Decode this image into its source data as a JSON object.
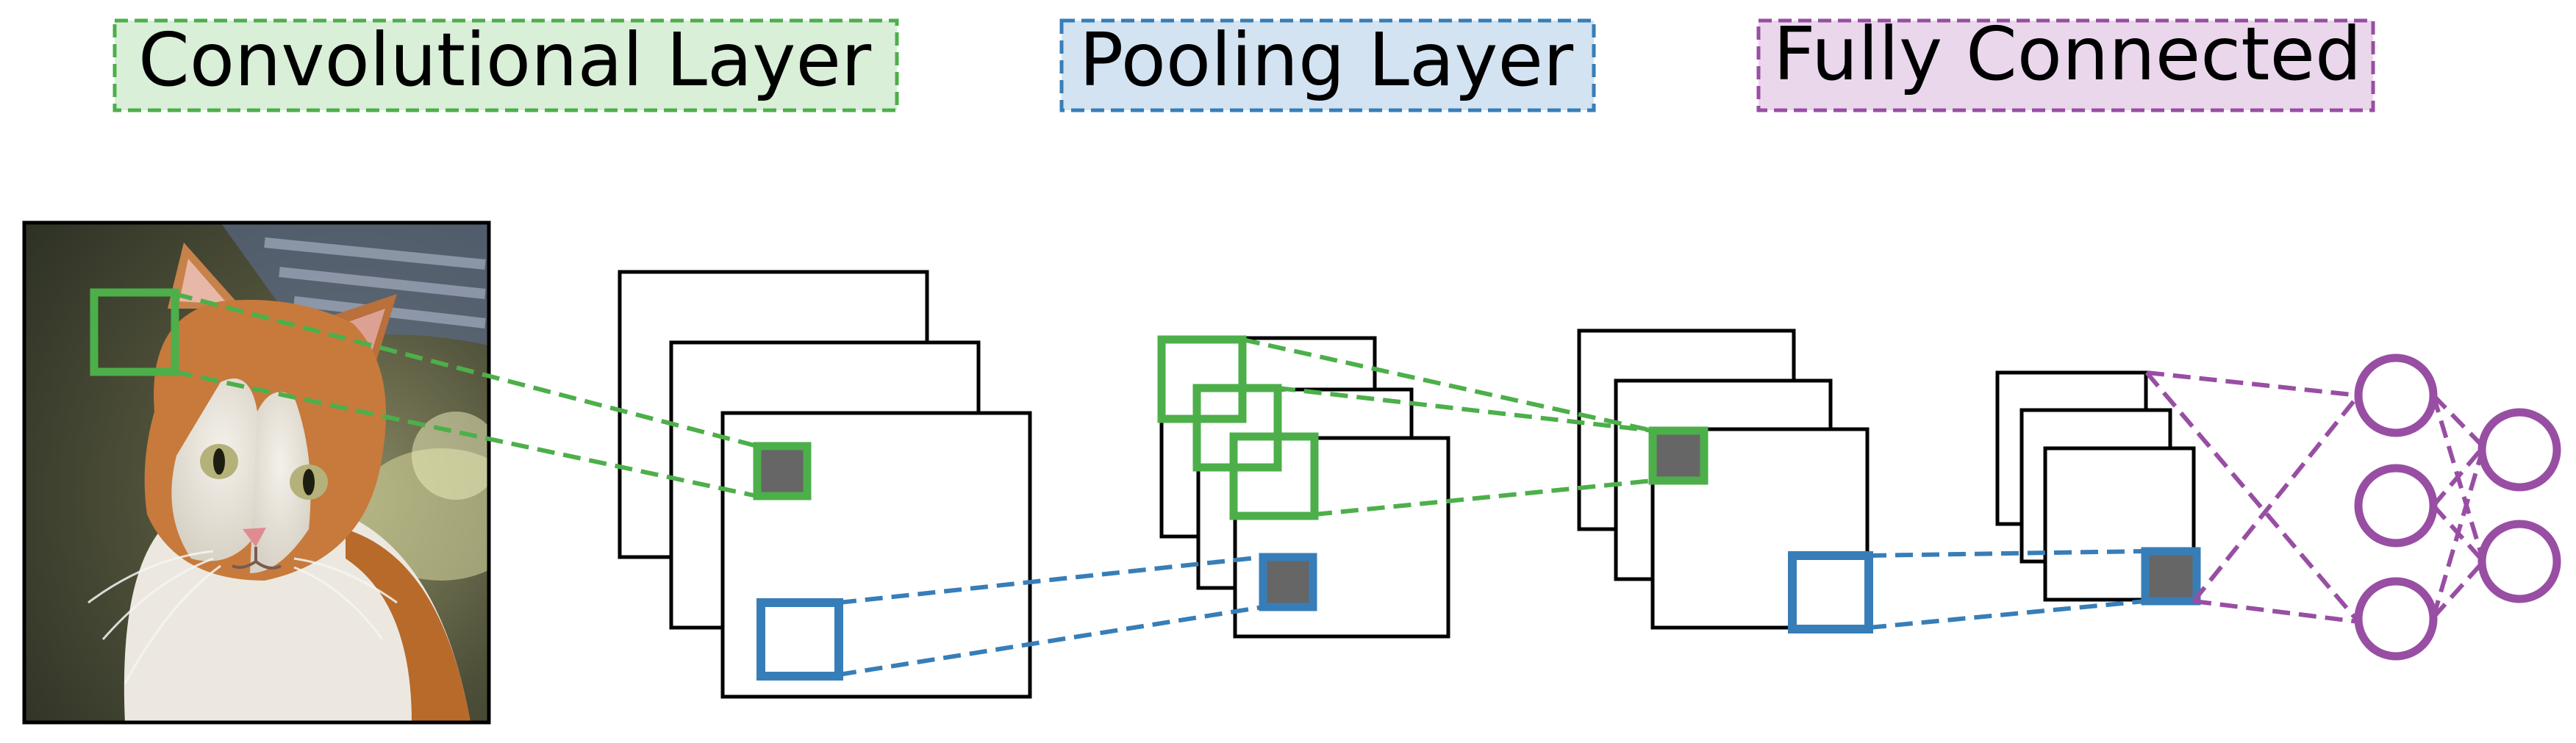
{
  "legend": [
    {
      "key": "conv",
      "label": "Convolutional Layer",
      "color": "#4daf4a",
      "fill": "#d9efd8"
    },
    {
      "key": "pool",
      "label": "Pooling Layer",
      "color": "#377eb8",
      "fill": "#d3e3f1"
    },
    {
      "key": "fc",
      "label": "Fully Connected",
      "color": "#984ea3",
      "fill": "#ead7ec"
    }
  ],
  "colors": {
    "conv": "#4daf4a",
    "pool": "#377eb8",
    "fc": "#984ea3",
    "neuron_fill": "#666666",
    "map_stroke": "#000000"
  },
  "input_image": {
    "subject": "cat-photo"
  }
}
